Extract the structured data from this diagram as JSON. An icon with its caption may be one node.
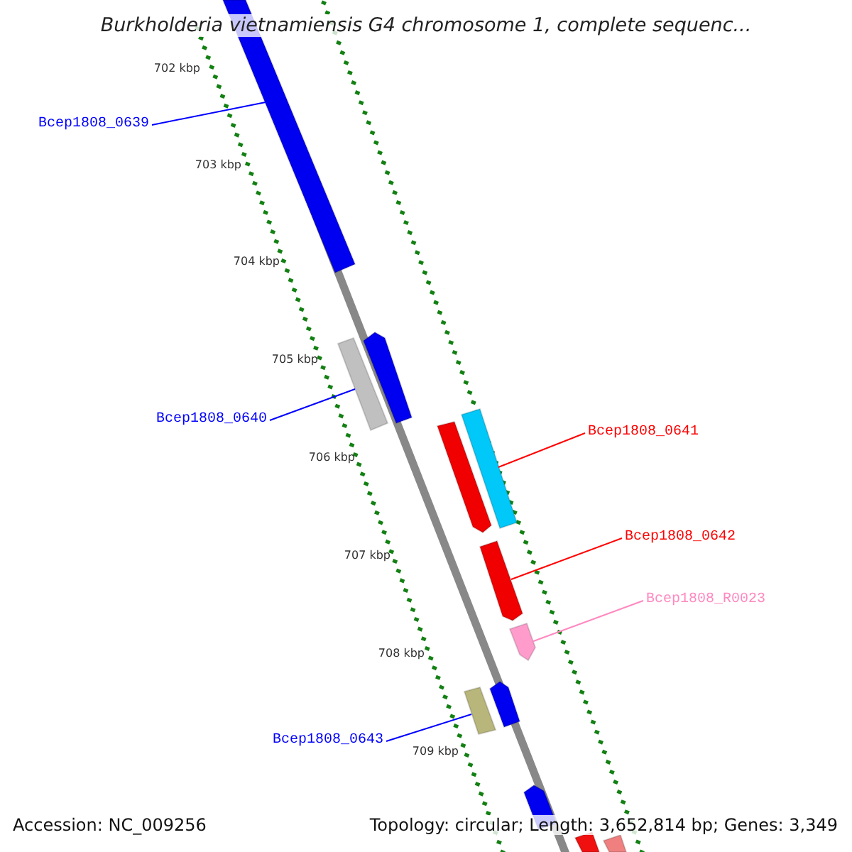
{
  "diagram": {
    "title": "Burkholderia vietnamiensis G4 chromosome 1, complete sequenc...",
    "nodes": [
      {
        "text": [
          "Bcep1808_0639"
        ]
      },
      {
        "text": [],
        "shape": "bar"
      },
      {
        "text": [
          "Bcep1808_0640"
        ]
      },
      {
        "text": [],
        "shape": "bar"
      },
      {
        "text": [
          "Bcep1808_0641"
        ]
      },
      {
        "text": [],
        "shape": "bar"
      },
      {
        "text": [
          "Bcep1808_0642"
        ]
      },
      {
        "text": [],
        "shape": "bar"
      },
      {
        "text": [
          "Bcep1808_R0023"
        ]
      },
      {
        "text": [],
        "shape": "bar"
      },
      {
        "text": [
          "Bcep1808_0643"
        ]
      },
      {
        "text": [],
        "shape": "bar"
      },
      {
        "text": [],
        "shape": "bar"
      },
      {
        "text": [],
        "shape": "bar"
      },
      {
        "text": [],
        "shape": "bar"
      },
      {
        "text": [],
        "shape": "bar"
      },
      {
        "text": [],
        "shape": "bar"
      },
      {
        "text": [],
        "shape": "bar"
      }
    ],
    "edges": [
      {
        "from": 0,
        "to": 1,
        "arrow": "none"
      },
      {
        "from": 2,
        "to": 3,
        "arrow": "none"
      },
      {
        "from": 4,
        "to": 5,
        "arrow": "none",
        "color": "#ff0000"
      },
      {
        "from": 6,
        "to": 7,
        "arrow": "none",
        "color": "#ff0000"
      },
      {
        "from": 8,
        "to": 9,
        "arrow": "none",
        "color": "#ff88c0"
      },
      {
        "from": 10,
        "to": 11,
        "arrow": "none"
      }
    ],
    "labels": [
      "702 kbp",
      "703 kbp",
      "704 kbp",
      "705 kbp",
      "706 kbp",
      "707 kbp",
      "708 kbp",
      "709 kbp",
      "Accession: NC_009256",
      "Topology: circular; Length: 3,652,814 bp; Genes: 3,349"
    ]
  }
}
